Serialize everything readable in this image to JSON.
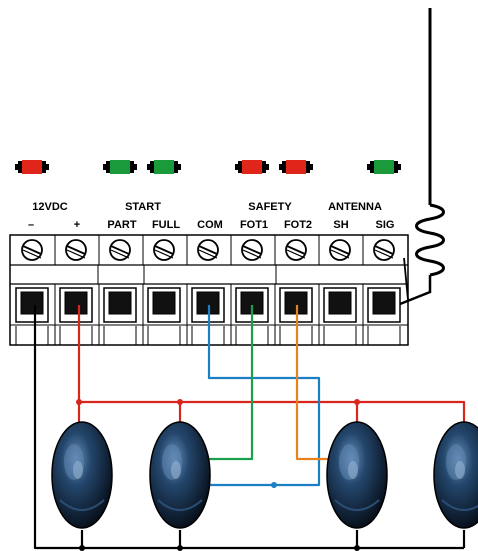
{
  "group_labels": [
    "12VDC",
    "START",
    "SAFETY",
    "ANTENNA"
  ],
  "terminal_labels": [
    "–",
    "+",
    "PART",
    "FULL",
    "COM",
    "FOT1",
    "FOT2",
    "SH",
    "SIG"
  ],
  "leds": [
    {
      "terminal": 0,
      "color": "red"
    },
    {
      "terminal": 2,
      "color": "green"
    },
    {
      "terminal": 3,
      "color": "green"
    },
    {
      "terminal": 5,
      "color": "red"
    },
    {
      "terminal": 6,
      "color": "red"
    },
    {
      "terminal": 8,
      "color": "green"
    }
  ],
  "colors": {
    "led_red": "#e0261b",
    "led_green": "#1a9a3a",
    "wire_red": "#d9261c",
    "wire_black": "#000000",
    "wire_blue": "#1b7fc4",
    "wire_green": "#1aa04a",
    "wire_orange": "#e8821e",
    "sensor_body": "#0d1a2a",
    "sensor_highlight": "#5f86b0"
  },
  "sensors": [
    "photocell-1",
    "photocell-2",
    "photocell-3",
    "photocell-4"
  ]
}
